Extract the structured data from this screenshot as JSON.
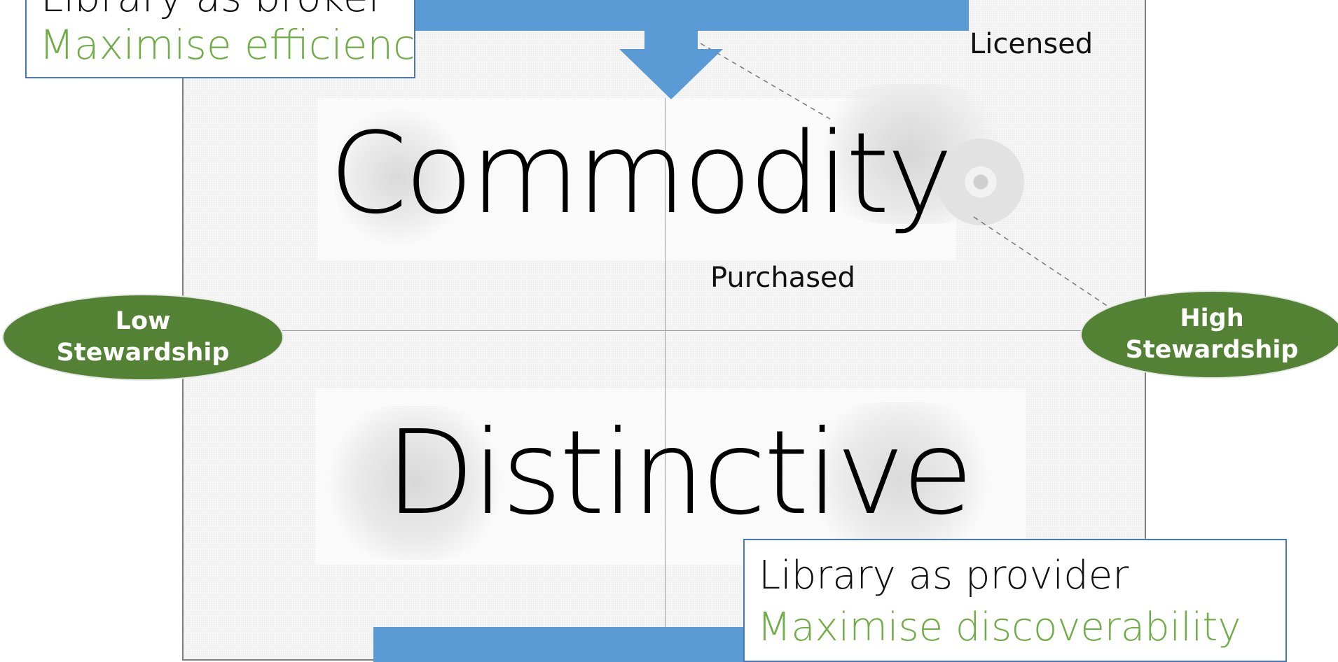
{
  "diagram": {
    "top_quadrant_label": "Commodity",
    "bottom_quadrant_label": "Distinctive",
    "licensed_label": "Licensed",
    "purchased_label": "Purchased",
    "left_axis": {
      "line1": "Low",
      "line2": "Stewardship"
    },
    "right_axis": {
      "line1": "High",
      "line2": "Stewardship"
    },
    "broker_box": {
      "title": "Library as broker",
      "subtitle": "Maximise efficiency"
    },
    "provider_box": {
      "title": "Library as provider",
      "subtitle": "Maximise discoverability"
    }
  },
  "colors": {
    "arrow_blue": "#5b9bd5",
    "ellipse_green": "#548235",
    "subtitle_green": "#70ad47",
    "box_border": "#4a77b8"
  }
}
